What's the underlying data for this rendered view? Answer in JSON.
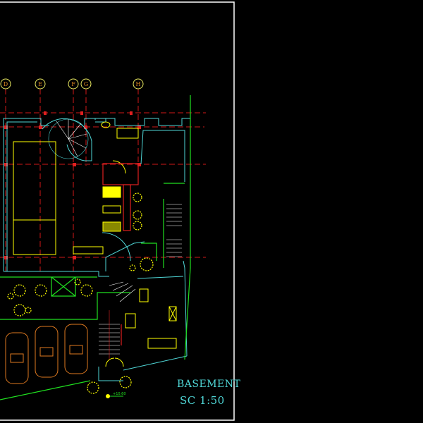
{
  "drawing": {
    "title": "BASEMENT",
    "scale": "SC 1:50",
    "grid_bubbles": [
      "D",
      "E",
      "F",
      "G",
      "H"
    ],
    "level_mark": "+10.60",
    "colors": {
      "background": "#000000",
      "grid": "#d01818",
      "walls": "#4fd6d6",
      "furniture": "#ffff00",
      "boundary": "#20e020",
      "cars": "#e07a20",
      "frame": "#ffffff"
    }
  }
}
